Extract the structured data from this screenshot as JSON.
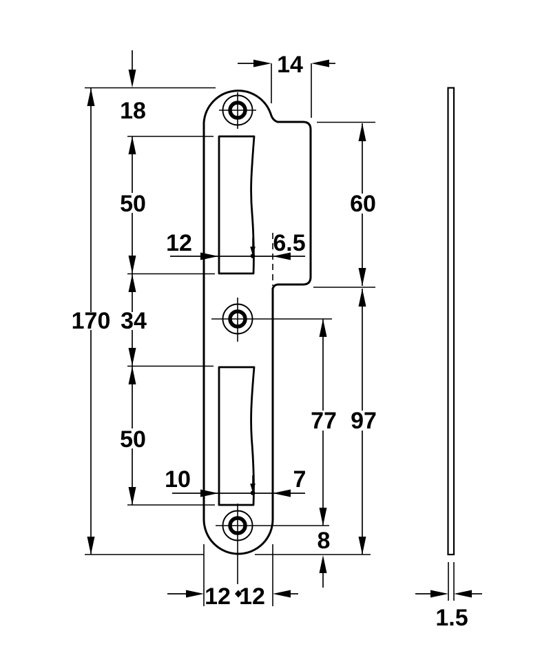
{
  "drawing": {
    "title": "Strike plate dimensional drawing",
    "line_color": "#000000",
    "background_color": "#ffffff",
    "views": {
      "front_label": "front-view",
      "side_label": "side-profile-view"
    }
  },
  "dims": {
    "total_length": "170",
    "top_edge_to_cutout": "18",
    "upper_cutout_length": "50",
    "between_cutouts": "34",
    "lower_cutout_length": "50",
    "lip_width": "14",
    "lip_length": "60",
    "upper_cutout_width": "12",
    "upper_cutout_to_center": "6.5",
    "hole_spacing": "77",
    "lip_to_bottom": "97",
    "lower_cutout_width": "10",
    "lower_cutout_to_edge": "7",
    "hole_to_bottom_edge": "8",
    "half_width_left": "12",
    "half_width_right": "12",
    "thickness": "1.5"
  }
}
